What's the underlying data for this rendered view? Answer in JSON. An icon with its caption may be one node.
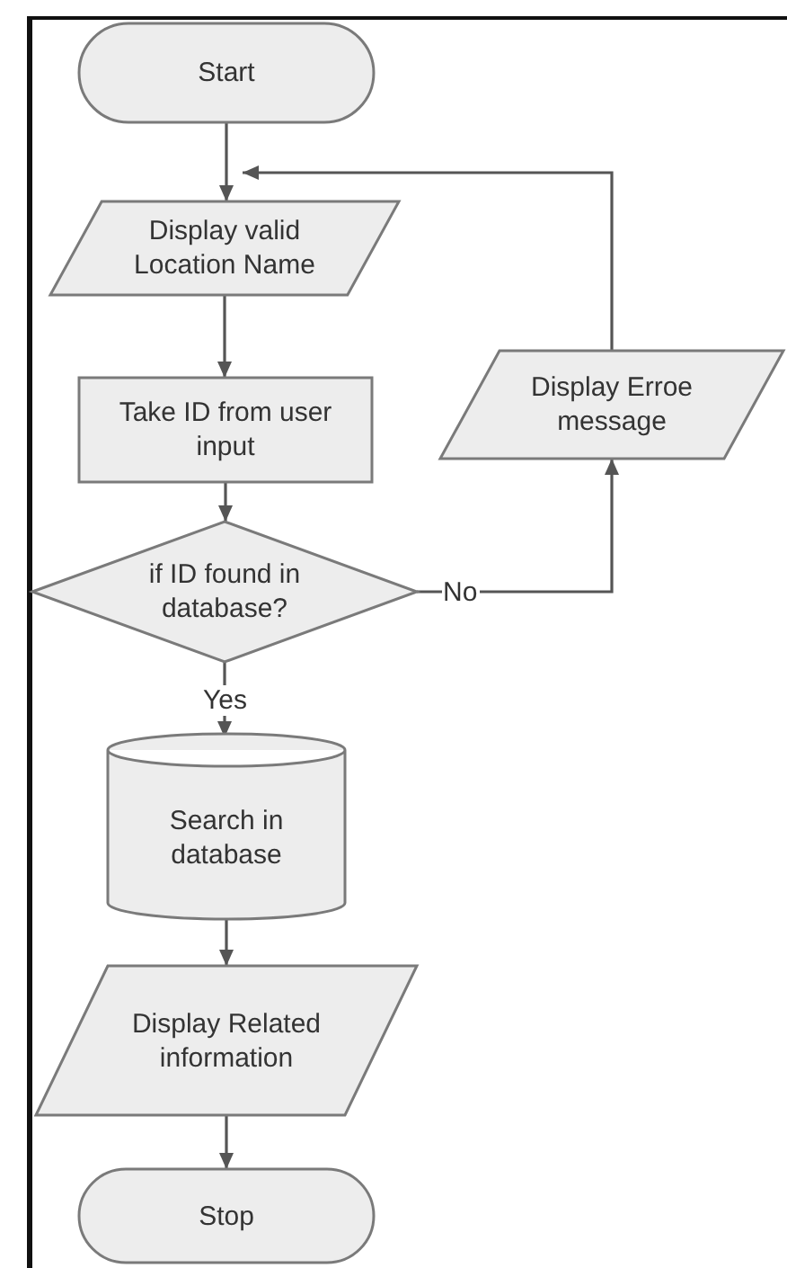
{
  "diagram": {
    "nodes": [
      {
        "text": [
          "Start"
        ]
      },
      {
        "text": [
          "Display valid Location Name"
        ]
      },
      {
        "text": [
          "Take ID from user input"
        ]
      },
      {
        "text": [
          "if ID found in database?"
        ]
      },
      {
        "text": [
          "Search in database"
        ]
      },
      {
        "text": [
          "Display Related information"
        ]
      },
      {
        "text": [
          "Stop"
        ]
      },
      {
        "text": [
          "Display Erroe message"
        ]
      }
    ],
    "edges": [
      {
        "from": 0,
        "to": 1,
        "arrow": "to"
      },
      {
        "from": 1,
        "to": 2,
        "arrow": "to"
      },
      {
        "from": 2,
        "to": 3,
        "arrow": "to"
      },
      {
        "from": 3,
        "to": 4,
        "arrow": "to",
        "label": "Yes"
      },
      {
        "from": 4,
        "to": 5,
        "arrow": "to"
      },
      {
        "from": 5,
        "to": 6,
        "arrow": "to"
      },
      {
        "from": 3,
        "to": 7,
        "arrow": "to",
        "label": "No"
      },
      {
        "from": 7,
        "to": 1,
        "arrow": "to"
      }
    ]
  }
}
